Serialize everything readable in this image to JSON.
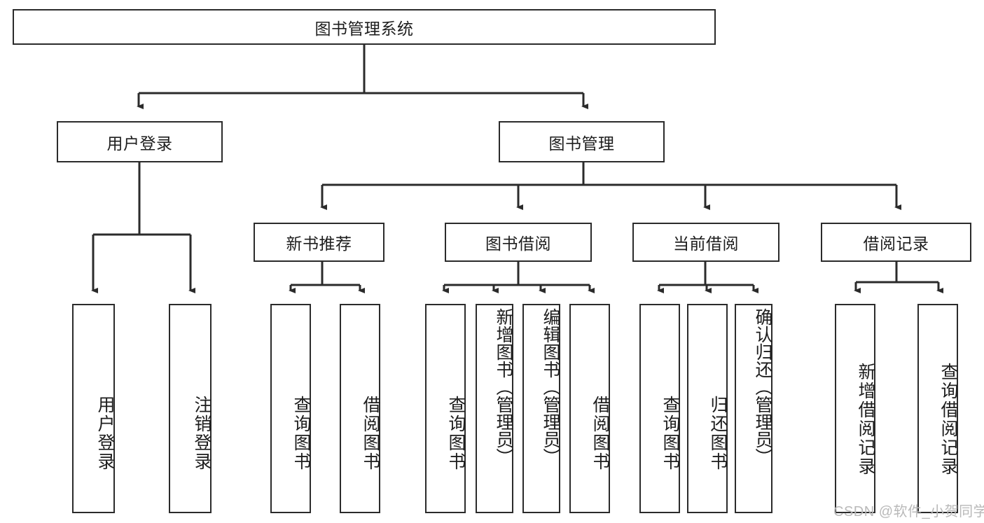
{
  "diagram": {
    "title": "图书管理系统",
    "type": "hierarchy-tree",
    "levels": 4,
    "root": {
      "label": "图书管理系统"
    },
    "level2": [
      {
        "label": "用户登录"
      },
      {
        "label": "图书管理"
      }
    ],
    "level3": [
      {
        "label": "新书推荐",
        "parent": "图书管理"
      },
      {
        "label": "图书借阅",
        "parent": "图书管理"
      },
      {
        "label": "当前借阅",
        "parent": "图书管理"
      },
      {
        "label": "借阅记录",
        "parent": "图书管理"
      }
    ],
    "leaves": {
      "user_login": [
        {
          "label": "用户登录"
        },
        {
          "label": "注销登录"
        }
      ],
      "new_book_recommend": [
        {
          "label": "查询图书"
        },
        {
          "label": "借阅图书"
        }
      ],
      "book_borrow": [
        {
          "label": "查询图书"
        },
        {
          "label": "新增图书（管理员）"
        },
        {
          "label": "编辑图书（管理员）"
        },
        {
          "label": "借阅图书"
        }
      ],
      "current_borrow": [
        {
          "label": "查询图书"
        },
        {
          "label": "归还图书"
        },
        {
          "label": "确认归还（管理员）"
        }
      ],
      "borrow_record": [
        {
          "label": "新增借阅记录"
        },
        {
          "label": "查询借阅记录"
        }
      ]
    }
  },
  "watermark": {
    "text": "CSDN @软件_小贺同学"
  },
  "colors": {
    "stroke": "#2b2b2b",
    "text": "#1d1d1d",
    "background": "#ffffff",
    "watermark": "#b9b9b9"
  }
}
